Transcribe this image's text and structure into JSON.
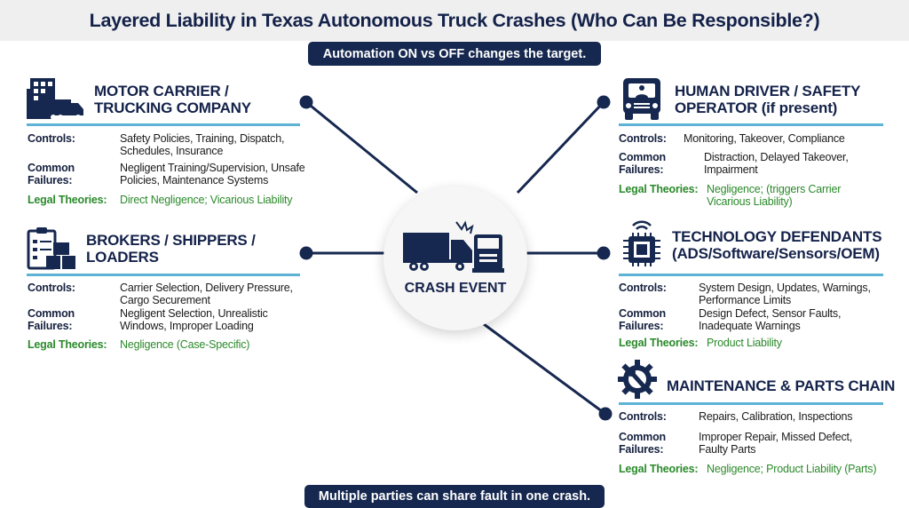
{
  "title": "Layered Liability in Texas Autonomous Truck Crashes (Who Can Be Responsible?)",
  "subtitle": "Automation ON vs OFF changes the target.",
  "footer": "Multiple parties can share fault in one crash.",
  "center": {
    "label": "CRASH EVENT",
    "icon": "truck-collision-icon"
  },
  "labels": {
    "controls": "Controls:",
    "common": "Common",
    "failures": "Failures:",
    "legal": "Legal Theories:"
  },
  "parties": [
    {
      "icon": "building-truck-icon",
      "title1": "MOTOR CARRIER /",
      "title2": "TRUCKING COMPANY",
      "controls": [
        "Safety Policies, Training, Dispatch,",
        "Schedules, Insurance"
      ],
      "failures": [
        "Negligent Training/Supervision, Unsafe",
        "Policies, Maintenance Systems"
      ],
      "legal": [
        "Direct Negligence; Vicarious Liability"
      ]
    },
    {
      "icon": "clipboard-boxes-icon",
      "title1": "BROKERS / SHIPPERS /",
      "title2": "LOADERS",
      "controls": [
        "Carrier Selection, Delivery Pressure,",
        "Cargo Securement"
      ],
      "failures": [
        "Negligent Selection, Unrealistic",
        "Windows, Improper Loading"
      ],
      "legal": [
        "Negligence (Case-Specific)"
      ]
    },
    {
      "icon": "truck-driver-icon",
      "title1": "HUMAN DRIVER / SAFETY",
      "title2": "OPERATOR (if present)",
      "controls": [
        "Monitoring, Takeover, Compliance"
      ],
      "failures": [
        "Distraction, Delayed Takeover,",
        "Impairment"
      ],
      "legal": [
        "Negligence; (triggers Carrier",
        "Vicarious Liability)"
      ]
    },
    {
      "icon": "chip-wireless-icon",
      "title1": "TECHNOLOGY DEFENDANTS",
      "title2": "(ADS/Software/Sensors/OEM)",
      "controls": [
        "System Design, Updates, Warnings,",
        "Performance Limits"
      ],
      "failures": [
        "Design Defect, Sensor Faults,",
        "Inadequate Warnings"
      ],
      "legal": [
        "Product Liability"
      ]
    },
    {
      "icon": "gear-wrench-icon",
      "title1": "MAINTENANCE & PARTS CHAIN",
      "title2": "",
      "controls": [
        "Repairs, Calibration, Inspections"
      ],
      "failures": [
        "Improper Repair, Missed Defect,",
        "Faulty Parts"
      ],
      "legal": [
        "Negligence; Product Liability (Parts)"
      ]
    }
  ],
  "colors": {
    "navy": "#16284f",
    "accent_line": "#5db3d5",
    "legal_green": "#2b8a2b"
  }
}
